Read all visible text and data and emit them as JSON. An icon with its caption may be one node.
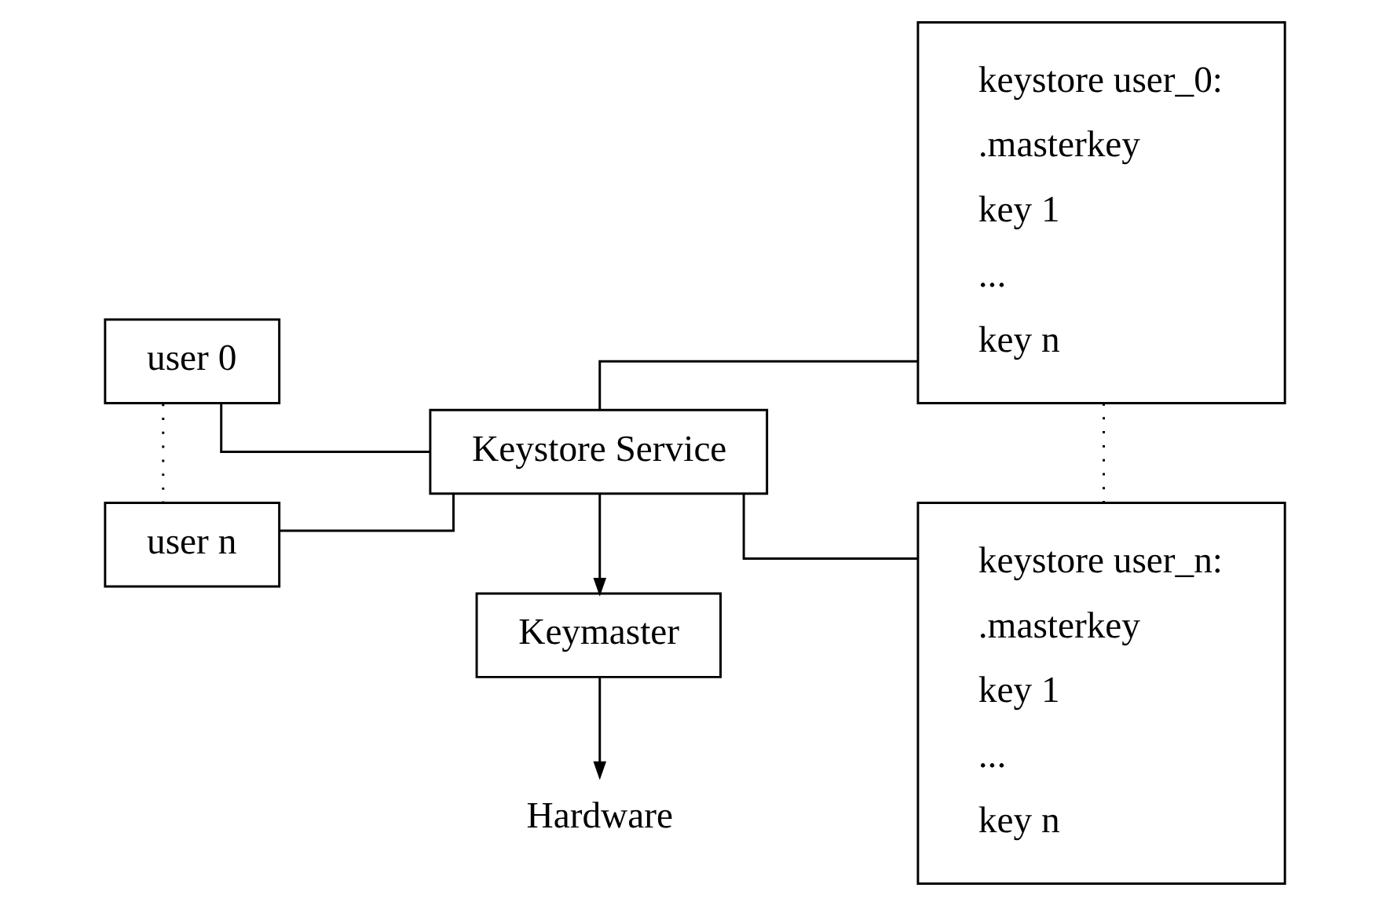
{
  "diagram": {
    "nodes": [
      {
        "text": [
          "user 0"
        ]
      },
      {
        "text": [
          "user n"
        ]
      },
      {
        "text": [
          "Keystore Service"
        ]
      },
      {
        "text": [
          "Keymaster"
        ]
      },
      {
        "text": [
          "Hardware"
        ]
      },
      {
        "text": [
          "keystore user_0:",
          ".masterkey",
          "key 1",
          "...",
          "key n"
        ]
      },
      {
        "text": [
          "keystore user_n:",
          ".masterkey",
          "key 1",
          "...",
          "key n"
        ]
      }
    ],
    "edges": [
      {
        "from": 0,
        "to": 2,
        "arrow": "none"
      },
      {
        "from": 1,
        "to": 2,
        "arrow": "none"
      },
      {
        "from": 0,
        "to": 1,
        "arrow": "none",
        "style": "dashed"
      },
      {
        "from": 2,
        "to": 3,
        "arrow": "to"
      },
      {
        "from": 3,
        "to": 4,
        "arrow": "to"
      },
      {
        "from": 2,
        "to": 5,
        "arrow": "none"
      },
      {
        "from": 2,
        "to": 6,
        "arrow": "none"
      },
      {
        "from": 5,
        "to": 6,
        "arrow": "none",
        "style": "dashed"
      }
    ]
  }
}
